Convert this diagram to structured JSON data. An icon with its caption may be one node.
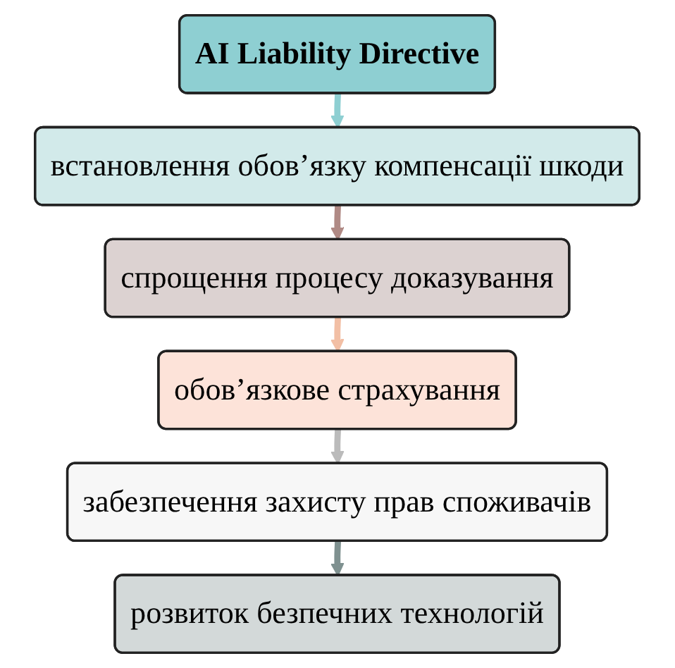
{
  "diagram": {
    "nodes": [
      {
        "text": [
          "AI Liability Directive"
        ]
      },
      {
        "text": [
          "встановлення обов’язку компенсації шкоди"
        ]
      },
      {
        "text": [
          "спрощення процесу доказування"
        ]
      },
      {
        "text": [
          "обов’язкове страхування"
        ]
      },
      {
        "text": [
          "забезпечення захисту прав споживачів"
        ]
      },
      {
        "text": [
          "розвиток безпечних технологій"
        ]
      }
    ],
    "edges": [
      {
        "from": 0,
        "to": 1,
        "arrow": "to",
        "color": "#8ecfd2"
      },
      {
        "from": 1,
        "to": 2,
        "arrow": "to",
        "color": "#b08a85"
      },
      {
        "from": 2,
        "to": 3,
        "arrow": "to",
        "color": "#f2bfa5"
      },
      {
        "from": 3,
        "to": 4,
        "arrow": "to",
        "color": "#bbbbbb"
      },
      {
        "from": 4,
        "to": 5,
        "arrow": "to",
        "color": "#7f9190"
      }
    ]
  }
}
